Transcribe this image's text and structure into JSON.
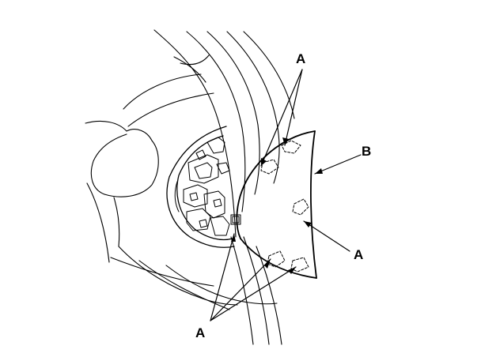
{
  "diagram": {
    "line_color": "#000000",
    "background_color": "#ffffff",
    "callouts": {
      "a_top": "A",
      "b": "B",
      "a_right": "A",
      "a_bottom": "A"
    }
  }
}
